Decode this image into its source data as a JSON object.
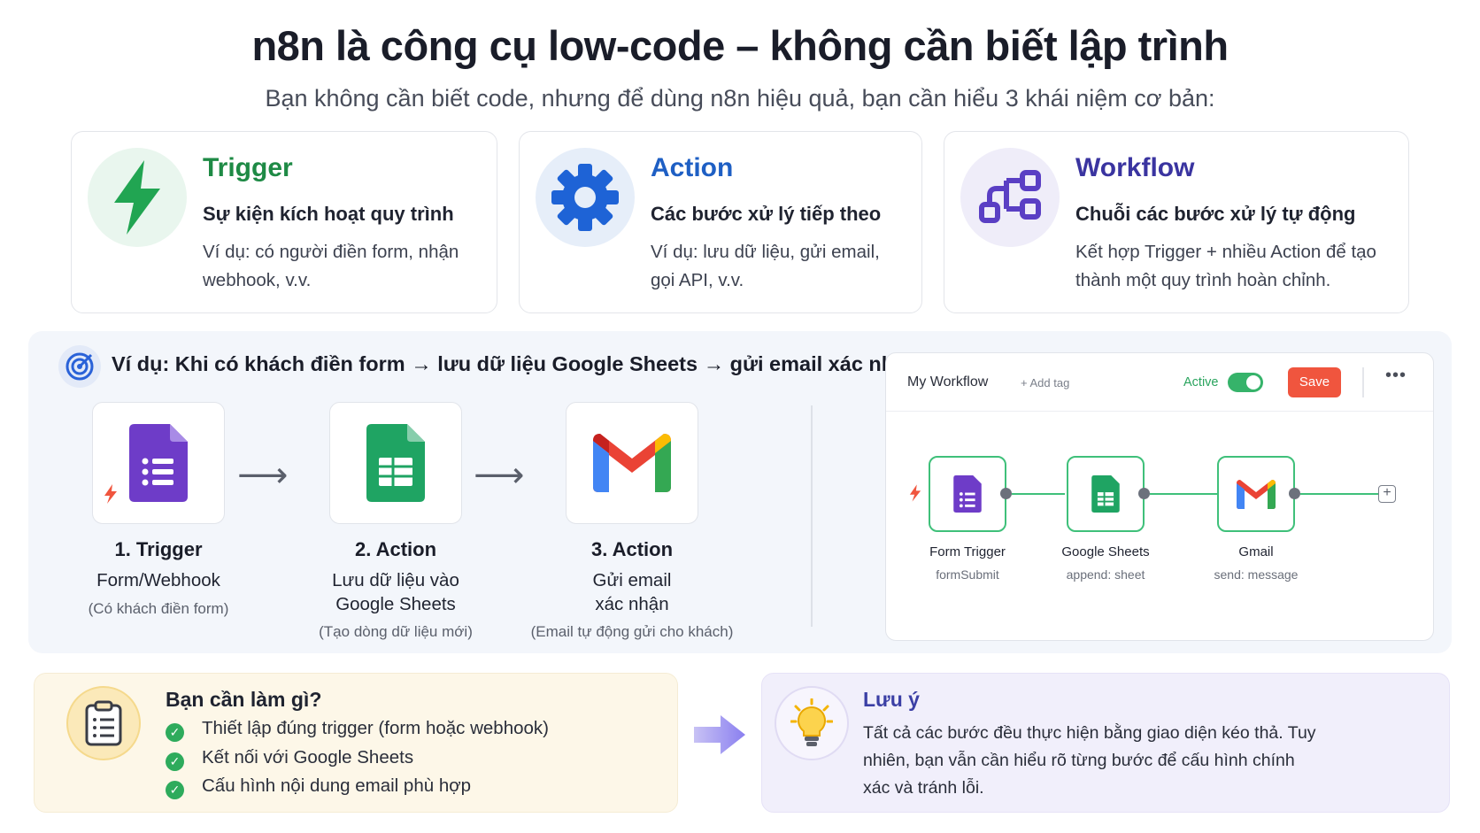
{
  "header": {
    "title": "n8n là công cụ low-code – không cần biết lập trình",
    "subtitle": "Bạn không cần biết code, nhưng để dùng n8n hiệu quả, bạn cần hiểu 3 khái niệm cơ bản:"
  },
  "concepts": [
    {
      "title": "Trigger",
      "subtitle": "Sự kiện kích hoạt quy trình",
      "desc": "Ví dụ: có người điền form, nhận webhook, v.v.",
      "color": "#1e8a45",
      "icon": "lightning-icon"
    },
    {
      "title": "Action",
      "subtitle": "Các bước xử lý tiếp theo",
      "desc": "Ví dụ: lưu dữ liệu, gửi email, gọi API, v.v.",
      "color": "#1e5fc4",
      "icon": "gear-icon"
    },
    {
      "title": "Workflow",
      "subtitle": "Chuỗi các bước xử lý tự động",
      "desc": "Kết hợp Trigger + nhiều Action để tạo thành một quy trình hoàn chỉnh.",
      "color": "#3a34a0",
      "icon": "workflow-icon"
    }
  ],
  "example": {
    "title": "Ví dụ: Khi có khách điền form → lưu dữ liệu Google Sheets → gửi email xác nhận",
    "steps": [
      {
        "title": "1. Trigger",
        "subtitle": "Form/Webhook",
        "note": "(Có khách điền form)",
        "icon": "google-forms-icon"
      },
      {
        "title": "2. Action",
        "subtitle": "Lưu dữ liệu vào Google Sheets",
        "note": "(Tạo dòng dữ liệu mới)",
        "icon": "google-sheets-icon"
      },
      {
        "title": "3. Action",
        "subtitle": "Gửi email xác nhận",
        "note": "(Email tự động gửi cho khách)",
        "icon": "gmail-icon"
      }
    ]
  },
  "workflow_panel": {
    "name": "My Workflow",
    "add_tag": "+ Add tag",
    "active_label": "Active",
    "active": true,
    "save_label": "Save",
    "more": "•••",
    "nodes": [
      {
        "title": "Form Trigger",
        "sub": "formSubmit",
        "icon": "google-forms-icon"
      },
      {
        "title": "Google Sheets",
        "sub": "append: sheet",
        "icon": "google-sheets-icon"
      },
      {
        "title": "Gmail",
        "sub": "send: message",
        "icon": "gmail-icon"
      }
    ],
    "add_node": "+"
  },
  "todo": {
    "title": "Bạn cần làm gì?",
    "items": [
      "Thiết lập đúng trigger (form hoặc webhook)",
      "Kết nối với Google Sheets",
      "Cấu hình nội dung email phù hợp"
    ]
  },
  "note": {
    "title": "Lưu ý",
    "body": "Tất cả các bước đều thực hiện bằng giao diện kéo thả. Tuy nhiên, bạn vẫn cần hiểu rõ từng bước để cấu hình chính xác và tránh lỗi."
  }
}
